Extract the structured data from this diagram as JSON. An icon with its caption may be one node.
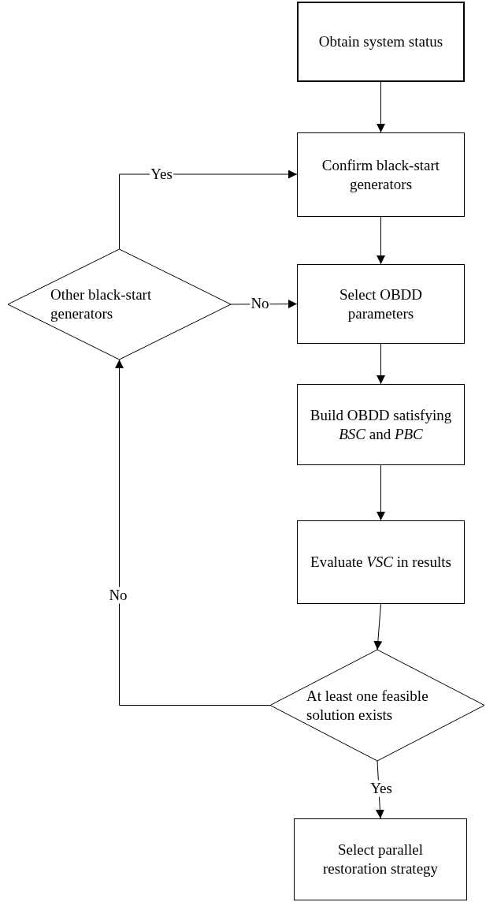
{
  "diagram": {
    "nodes": [
      {
        "text": [
          "Obtain system status"
        ]
      },
      {
        "text": [
          "Confirm black-start generators"
        ]
      },
      {
        "text": [
          "Other black-start generators"
        ]
      },
      {
        "text": [
          "Select OBDD parameters"
        ]
      },
      {
        "text": [
          "Build OBDD satisfying *BSC* and *PBC*"
        ]
      },
      {
        "text": [
          "Evaluate *VSC* in results"
        ]
      },
      {
        "text": [
          "At least one feasible solution exists"
        ]
      },
      {
        "text": [
          "Select parallel restoration strategy"
        ]
      }
    ],
    "edges": [
      {
        "from": 0,
        "to": 1,
        "arrow": "to"
      },
      {
        "from": 1,
        "to": 3,
        "arrow": "to"
      },
      {
        "from": 2,
        "to": 1,
        "arrow": "to",
        "label": "Yes"
      },
      {
        "from": 2,
        "to": 3,
        "arrow": "to",
        "label": "No"
      },
      {
        "from": 3,
        "to": 4,
        "arrow": "to"
      },
      {
        "from": 4,
        "to": 5,
        "arrow": "to"
      },
      {
        "from": 5,
        "to": 6,
        "arrow": "to"
      },
      {
        "from": 6,
        "to": 2,
        "arrow": "to",
        "label": "No"
      },
      {
        "from": 6,
        "to": 7,
        "arrow": "to",
        "label": "Yes"
      }
    ]
  }
}
